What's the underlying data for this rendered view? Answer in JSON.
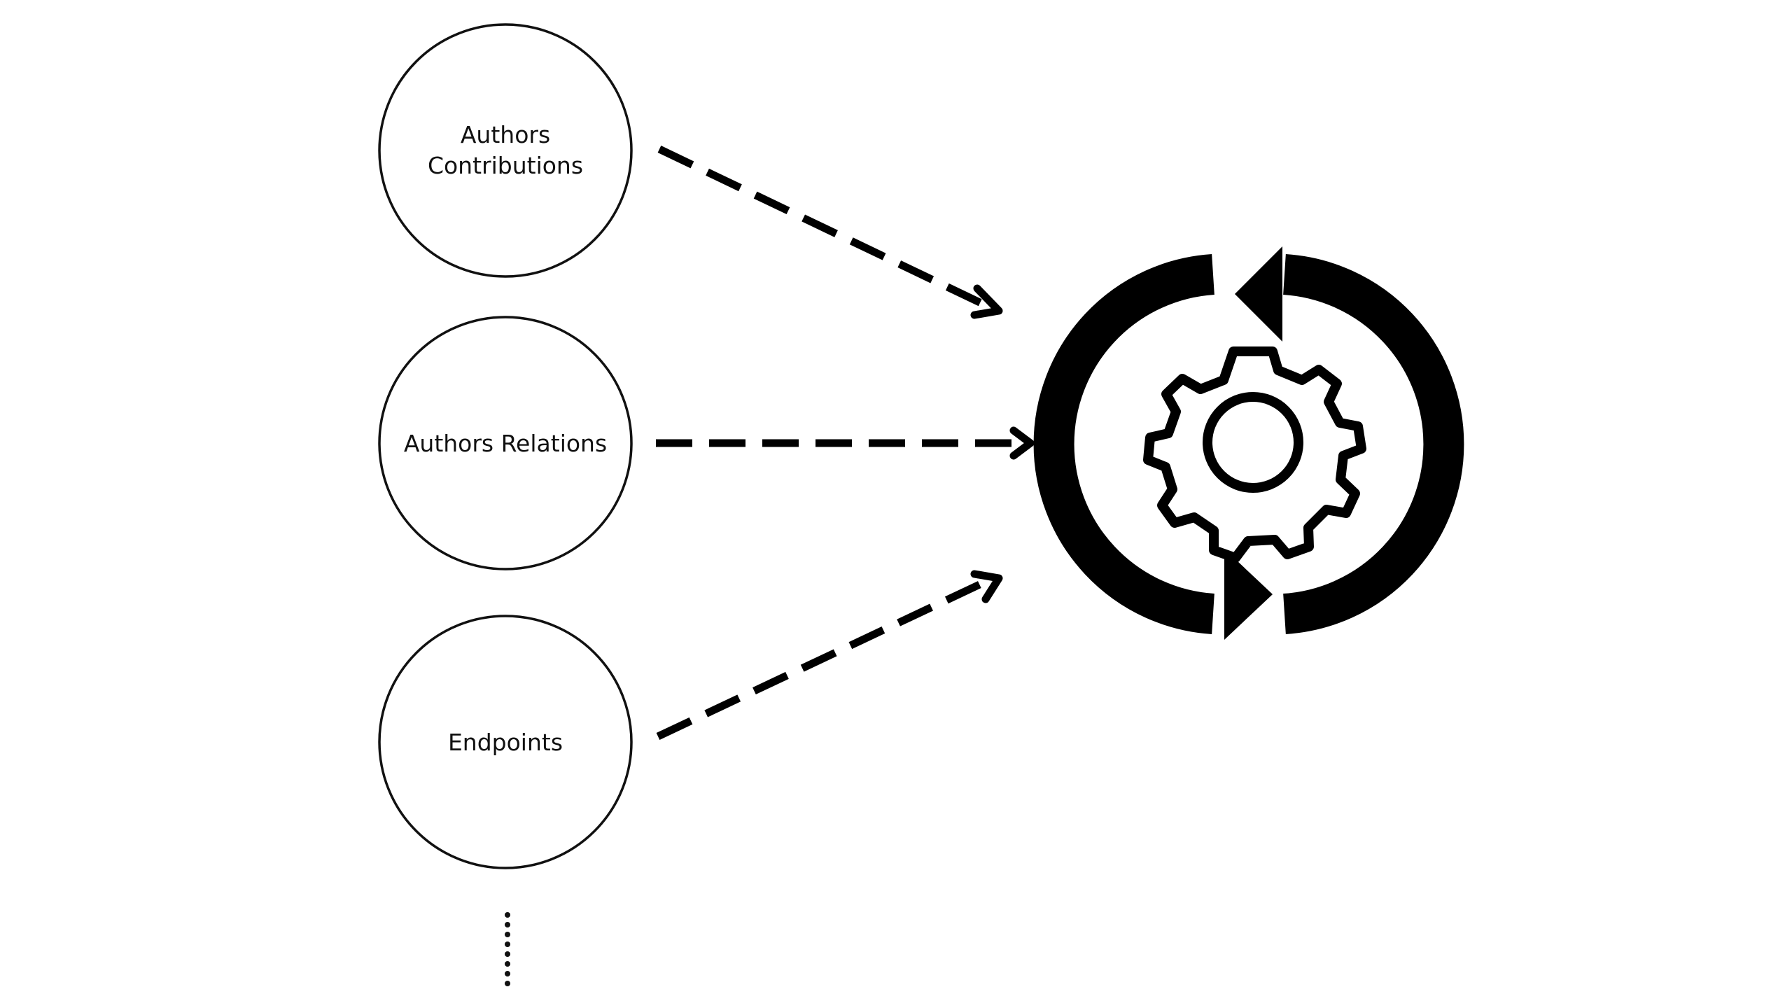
{
  "diagram": {
    "nodes": [
      {
        "id": "authors-contributions",
        "label_lines": [
          "Authors",
          "Contributions"
        ]
      },
      {
        "id": "authors-relations",
        "label_lines": [
          "Authors Relations"
        ]
      },
      {
        "id": "endpoints",
        "label_lines": [
          "Endpoints"
        ]
      }
    ],
    "continuation": "more-items-ellipsis",
    "edges": [
      {
        "from": "authors-contributions",
        "to": "processing-icon",
        "style": "dashed"
      },
      {
        "from": "authors-relations",
        "to": "processing-icon",
        "style": "dashed"
      },
      {
        "from": "endpoints",
        "to": "processing-icon",
        "style": "dashed"
      }
    ],
    "target_icon": "gear-with-refresh-arrows-icon",
    "colors": {
      "stroke": "#000000",
      "background": "#ffffff"
    }
  }
}
